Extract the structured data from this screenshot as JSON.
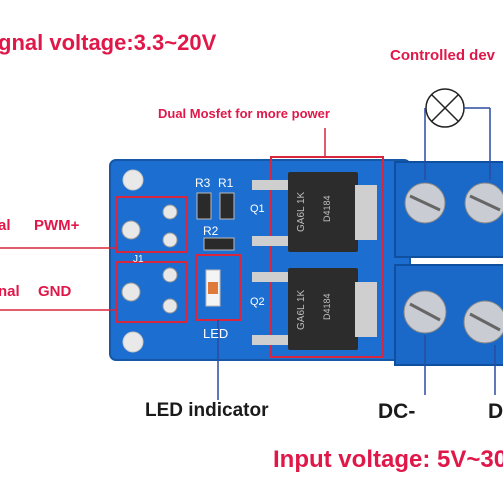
{
  "labels": {
    "signal_voltage": "gnal voltage:3.3~20V",
    "controlled_device": "Controlled dev",
    "dual_mosfet": "Dual Mosfet for more power",
    "pwm_prefix": "al",
    "pwm": "PWM+",
    "gnd_prefix": "nal",
    "gnd": "GND",
    "led_indicator": "LED indicator",
    "dc_minus": "DC-",
    "dc_plus_partial": "D",
    "input_voltage": "Input voltage: 5V~30"
  },
  "board_silkscreen": {
    "r3": "R3",
    "r1": "R1",
    "r2": "R2",
    "q1": "Q1",
    "q2": "Q2",
    "j1": "J1",
    "led": "LED",
    "chip_top": "GA6L 1K",
    "chip_top_code": "D4184",
    "chip_bottom": "GA6L 1K",
    "chip_bottom_code": "D4184"
  },
  "colors": {
    "pcb": "#1c6fd0",
    "terminal": "#1a68c8",
    "accent_red": "#e0184a",
    "annotation_box": "#d7263d"
  }
}
